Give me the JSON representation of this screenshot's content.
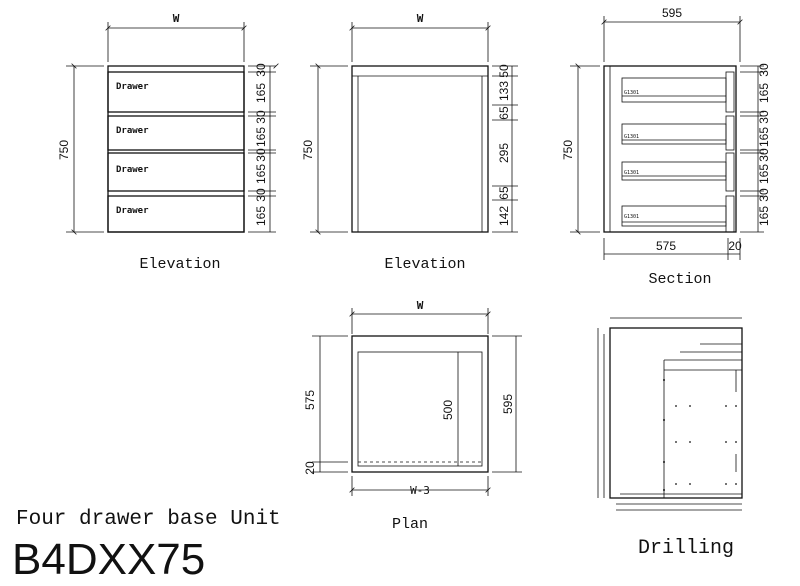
{
  "title": {
    "description": "Four drawer base Unit",
    "code": "B4DXX75"
  },
  "views": {
    "elevation_front": {
      "caption": "Elevation",
      "width_label": "W",
      "height_label": "750",
      "drawer_label": "Drawer",
      "segments": [
        "30",
        "165",
        "30",
        "165",
        "30",
        "165",
        "30",
        "165"
      ]
    },
    "elevation_back": {
      "caption": "Elevation",
      "width_label": "W",
      "height_label": "750",
      "segments": [
        "50",
        "133",
        "65",
        "295",
        "65",
        "142"
      ]
    },
    "section": {
      "caption": "Section",
      "depth_label": "595",
      "height_label": "750",
      "bottom_depth_label": "575",
      "bottom_offset_label": "20",
      "runner_label": "G1301",
      "segments": [
        "30",
        "165",
        "30",
        "165",
        "30",
        "165",
        "30",
        "165"
      ]
    },
    "plan": {
      "caption": "Plan",
      "width_label": "W",
      "inner_width_label": "W-3",
      "depth_label": "575",
      "offset_label": "20",
      "outer_depth_label": "595",
      "inner_depth_label": "500"
    },
    "drilling": {
      "caption": "Drilling"
    }
  }
}
